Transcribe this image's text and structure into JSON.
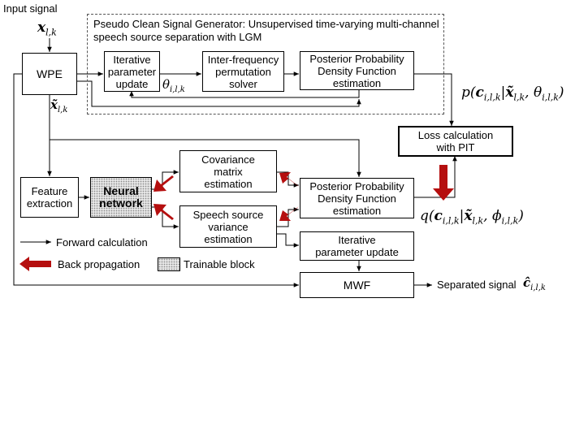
{
  "input_label": "Input signal",
  "input_var": "x",
  "input_sub": "l,k",
  "wpe_out_var": "x̃",
  "wpe_out_sub": "l,k",
  "pseudo_title_line1": "Pseudo Clean Signal Generator: Unsupervised time-varying multi-channel",
  "pseudo_title_line2": "speech source separation with LGM",
  "boxes": {
    "wpe": "WPE",
    "iter_param_top": [
      "Iterative",
      "parameter",
      "update"
    ],
    "perm_solver": [
      "Inter-frequency",
      "permutation",
      "solver"
    ],
    "pdf_top": [
      "Posterior Probability",
      "Density Function",
      "estimation"
    ],
    "loss": [
      "Loss calculation",
      "with PIT"
    ],
    "feature": [
      "Feature",
      "extraction"
    ],
    "neural": [
      "Neural",
      "network"
    ],
    "cov": [
      "Covariance",
      "matrix",
      "estimation"
    ],
    "speech_var": [
      "Speech source",
      "variance",
      "estimation"
    ],
    "pdf_bottom": [
      "Posterior Probability",
      "Density Function",
      "estimation"
    ],
    "iter_param_bottom": [
      "Iterative",
      "parameter update"
    ],
    "mwf": "MWF"
  },
  "theta_label": "θ",
  "theta_sub": "i,l,k",
  "p_expr": {
    "fn": "p",
    "c": "c",
    "c_sub": "i,l,k",
    "x": "x̃",
    "x_sub": "l,k",
    "param": "θ",
    "param_sub": "i,l,k"
  },
  "q_expr": {
    "fn": "q",
    "c": "c",
    "c_sub": "i,l,k",
    "x": "x̃",
    "x_sub": "l,k",
    "param": "ϕ",
    "param_sub": "i,l,k"
  },
  "legend": {
    "forward": "Forward calculation",
    "backprop": "Back propagation",
    "trainable": "Trainable block"
  },
  "output_label": "Separated signal",
  "output_var": "ĉ",
  "output_sub": "i,l,k",
  "colors": {
    "backprop_arrow": "#b50f0f",
    "line": "#000000",
    "dashed_border": "#555555"
  }
}
